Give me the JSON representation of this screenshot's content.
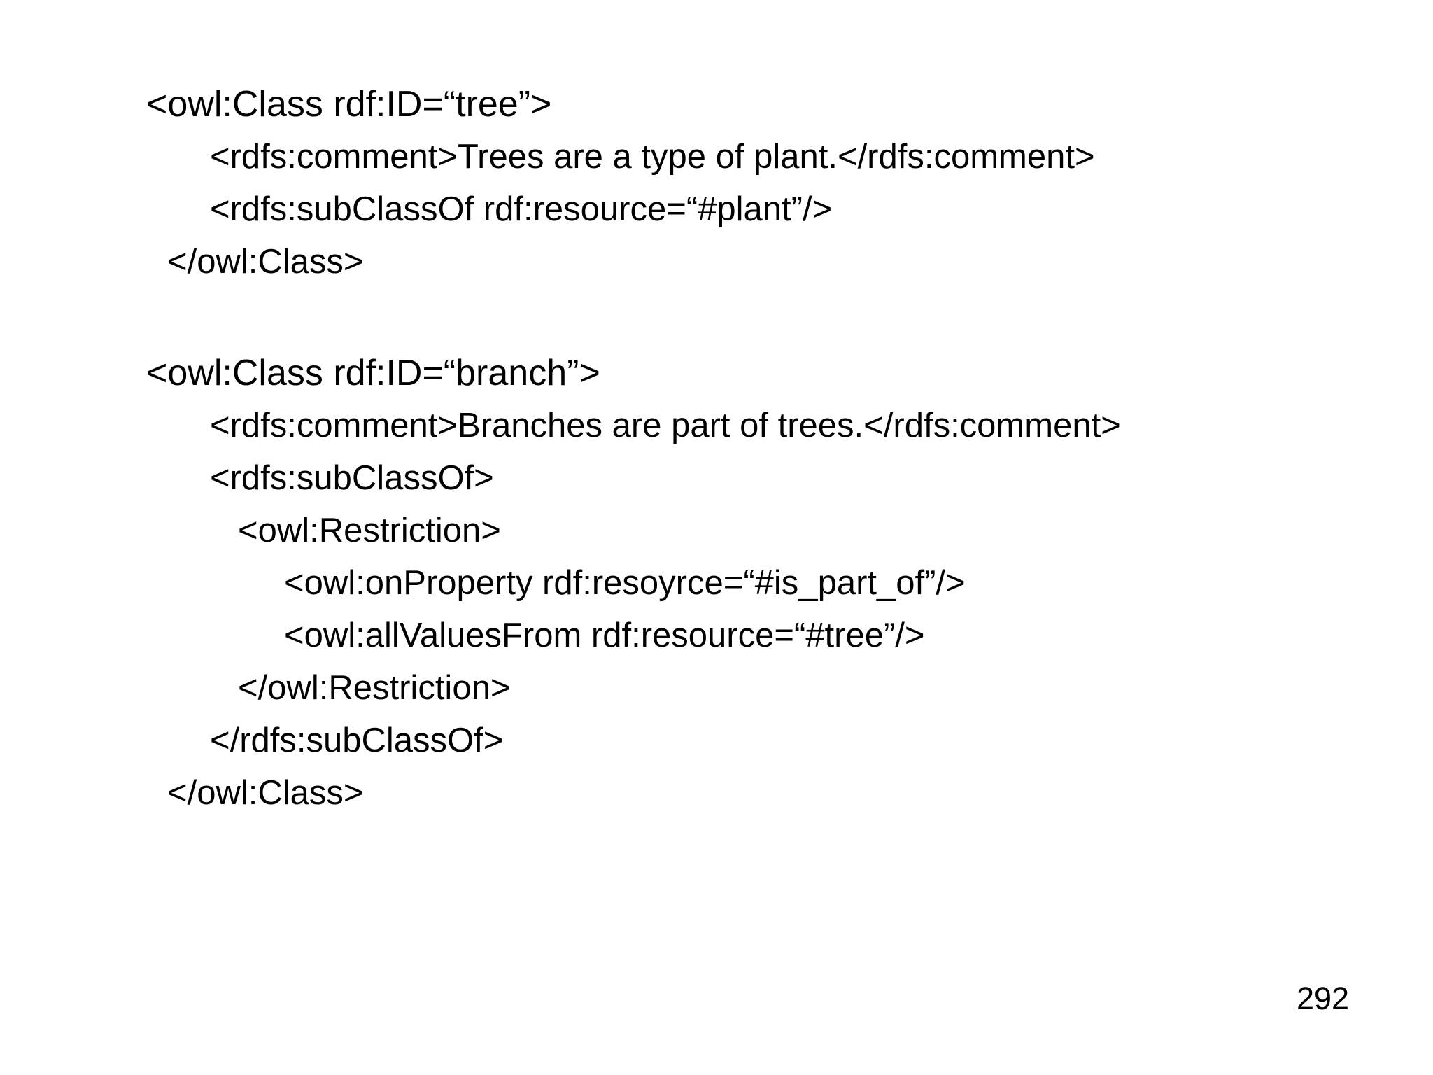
{
  "page": {
    "background_color": "#ffffff",
    "text_color": "#000000",
    "page_number": "292"
  },
  "code": {
    "lines": [
      {
        "text": "<owl:Class rdf:ID=“tree”>",
        "indent": 0,
        "large": true
      },
      {
        "text": "<rdfs:comment>Trees are a type of plant.</rdfs:comment>",
        "indent": 2
      },
      {
        "text": "<rdfs:subClassOf rdf:resource=“#plant”/>",
        "indent": 2
      },
      {
        "text": "</owl:Class>",
        "indent": 1
      },
      {
        "text": "",
        "blank": true
      },
      {
        "text": "<owl:Class rdf:ID=“branch”>",
        "indent": 0,
        "large": true
      },
      {
        "text": "<rdfs:comment>Branches are part of trees.</rdfs:comment>",
        "indent": 2
      },
      {
        "text": "<rdfs:subClassOf>",
        "indent": 2
      },
      {
        "text": "<owl:Restriction>",
        "indent": 3
      },
      {
        "text": "<owl:onProperty rdf:resoyrce=“#is_part_of”/>",
        "indent": 4
      },
      {
        "text": "<owl:allValuesFrom rdf:resource=“#tree”/>",
        "indent": 4
      },
      {
        "text": "</owl:Restriction>",
        "indent": 3
      },
      {
        "text": "</rdfs:subClassOf>",
        "indent": 2
      },
      {
        "text": "</owl:Class>",
        "indent": 1
      }
    ]
  }
}
